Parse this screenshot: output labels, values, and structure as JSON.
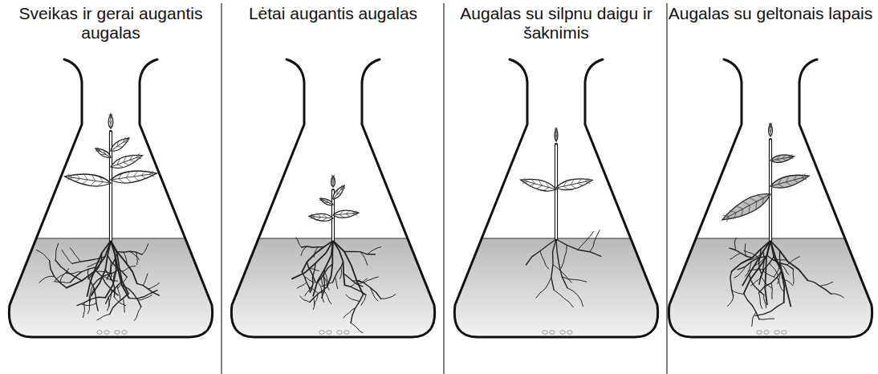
{
  "diagram": {
    "labels": [
      "Sveikas ir gerai augantis augalas",
      "Lėtai augantis augalas",
      "Augalas su silpnu daigu ir šaknimis",
      "Augalas su geltonais lapais"
    ]
  }
}
